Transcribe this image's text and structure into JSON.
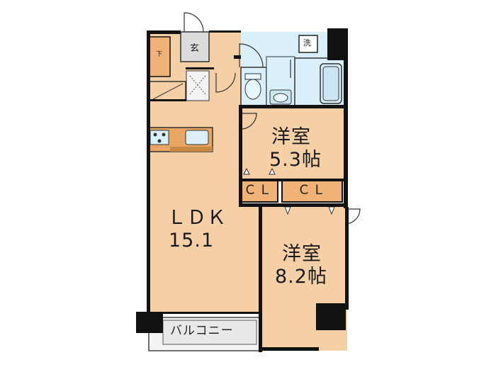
{
  "colors": {
    "floor": "#f5cfa5",
    "wet_area": "#d9f0fa",
    "closet": "#f0b377",
    "wall": "#111111",
    "balcony": "#f3f3f3",
    "counter": "#e9a564"
  },
  "rooms": {
    "ldk": {
      "name": "ＬＤＫ",
      "size": "15.1"
    },
    "western_room_1": {
      "name": "洋室",
      "size": "5.3帖"
    },
    "western_room_2": {
      "name": "洋室",
      "size": "8.2帖"
    }
  },
  "closets": {
    "cl_1": "ＣＬ",
    "cl_2": "ＣＬ"
  },
  "entrance": {
    "label": "玄"
  },
  "laundry": {
    "label": "洗"
  },
  "shoe_box": {
    "label": "下"
  },
  "balcony": {
    "label": "バルコニー"
  },
  "icons": [
    "door-swing-icon",
    "toilet-icon",
    "bathtub-icon",
    "washbasin-icon",
    "stove-icon",
    "sink-icon"
  ]
}
